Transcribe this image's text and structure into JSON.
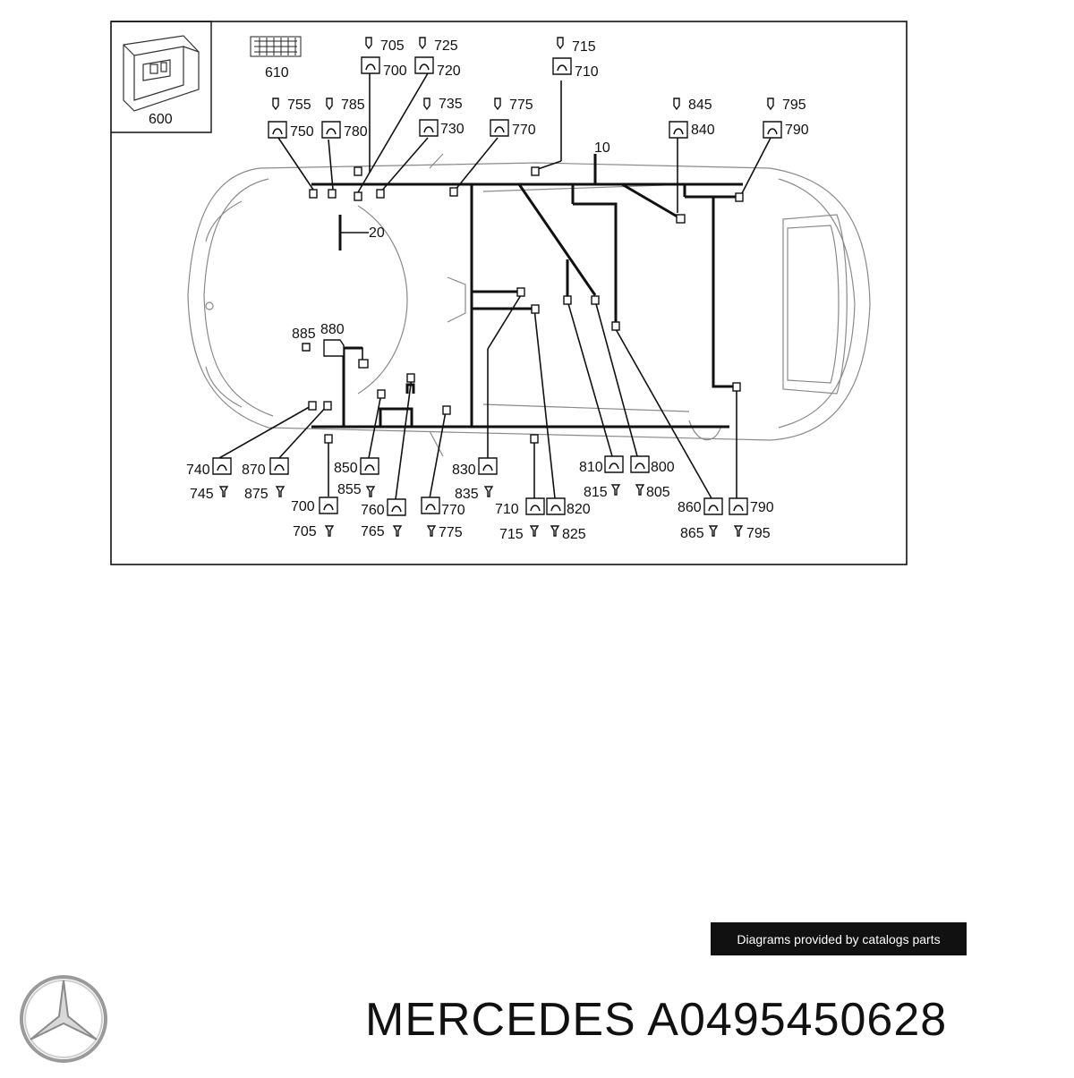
{
  "diagram": {
    "inset_label": "600",
    "fuse_label": "610",
    "main_harness_label": "10",
    "branch_label": "20",
    "top_connectors": [
      {
        "pin": "705",
        "housing": "700"
      },
      {
        "pin": "725",
        "housing": "720"
      },
      {
        "pin": "715",
        "housing": "710"
      },
      {
        "pin": "755",
        "housing": "750"
      },
      {
        "pin": "785",
        "housing": "780"
      },
      {
        "pin": "735",
        "housing": "730"
      },
      {
        "pin": "775",
        "housing": "770"
      },
      {
        "pin": "845",
        "housing": "840"
      },
      {
        "pin": "795",
        "housing": "790"
      }
    ],
    "mid_connector": {
      "pin": "885",
      "housing": "880"
    },
    "bottom_connectors": [
      {
        "housing": "740",
        "pin": "745"
      },
      {
        "housing": "870",
        "pin": "875"
      },
      {
        "housing": "850",
        "pin": "855"
      },
      {
        "housing": "700",
        "pin": "705"
      },
      {
        "housing": "760",
        "pin": "765"
      },
      {
        "housing": "770",
        "pin": "775"
      },
      {
        "housing": "830",
        "pin": "835"
      },
      {
        "housing": "710",
        "pin": "715"
      },
      {
        "housing": "820",
        "pin": "825"
      },
      {
        "housing": "810",
        "pin": "815"
      },
      {
        "housing": "800",
        "pin": "805"
      },
      {
        "housing": "860",
        "pin": "865"
      },
      {
        "housing": "790",
        "pin": "795"
      }
    ]
  },
  "credit": "Diagrams provided by catalogs parts",
  "brand": "MERCEDES",
  "part_number": "A0495450628",
  "logo_icon": "mercedes-star-icon"
}
